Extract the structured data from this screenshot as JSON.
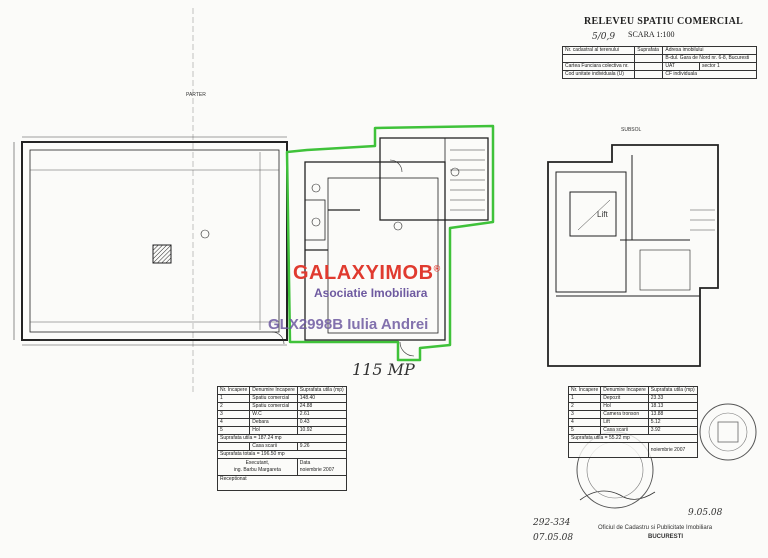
{
  "header": {
    "title": "RELEVEU SPATIU COMERCIAL",
    "scale": "SCARA 1:100",
    "handwritten_ref": "5/0,9"
  },
  "info_table": {
    "rows": [
      [
        "Nr. cadastral al terenului",
        "Suprafata",
        "Adresa imobilului"
      ],
      [
        "",
        "",
        "B-dul. Gara de Nord nr. 6-8, Bucuresti"
      ],
      [
        "Cartea Funciara colectiva nr.",
        "",
        "UAT",
        "sector 1"
      ],
      [
        "Cod unitate individuala (U)",
        "",
        "CF individuala"
      ]
    ]
  },
  "labels": {
    "parter": "PARTER",
    "subsol": "SUBSOL",
    "lift": "Lift",
    "handwritten_area": "115 MP"
  },
  "watermark": {
    "brand_a": "GALAXY",
    "brand_b": "IMOB",
    "reg": "®",
    "subtitle": "Asociatie Imobiliara",
    "agent": "GLX2998B Iulia Andrei"
  },
  "parter_table": {
    "headers": [
      "Nr. Incapere",
      "Denumire Incapere",
      "Suprafata utila (mp)"
    ],
    "rows": [
      [
        "1",
        "Spatiu comercial",
        "148.40"
      ],
      [
        "2",
        "Spatiu comercial",
        "24.88"
      ],
      [
        "3",
        "W.C",
        "2.61"
      ],
      [
        "4",
        "Debara",
        "0.43"
      ],
      [
        "5",
        "Hol",
        "10.92"
      ]
    ],
    "total_useful": "Suprafata utila = 187.24 mp",
    "stairs": "Casa scarii",
    "stairs_value": "9.26",
    "total": "Suprafata totala = 196.50 mp",
    "executant_label": "Executant,",
    "executant_name": "ing. Barbu Margareta",
    "date_label": "Data",
    "date_value": "noiembrie 2007",
    "receptionist": "Receptionat"
  },
  "subsol_table": {
    "headers": [
      "Nr. Incapere",
      "Denumire Incapere",
      "Suprafata utila (mp)"
    ],
    "rows": [
      [
        "1",
        "Depozit",
        "23.33"
      ],
      [
        "2",
        "Hol",
        "18.13"
      ],
      [
        "3",
        "Camera tronson",
        "13.88"
      ],
      [
        "4",
        "Lift",
        "5.12"
      ],
      [
        "5",
        "Casa scarii",
        "3.92"
      ]
    ],
    "total_useful": "Suprafata utila = 55.22 mp",
    "date_value": "noiembrie 2007"
  },
  "footer": {
    "handwritten_1": "292-334",
    "handwritten_2": "07.05.08",
    "handwritten_3": "9.05.08",
    "office_1": "Oficiul de Cadastru si Publicitate Imobiliara",
    "office_2": "BUCURESTI"
  },
  "colors": {
    "highlight": "#3fc23a",
    "wall": "#222222",
    "watermark_red": "#e03a2f",
    "watermark_purple": "#6e5aa0"
  }
}
